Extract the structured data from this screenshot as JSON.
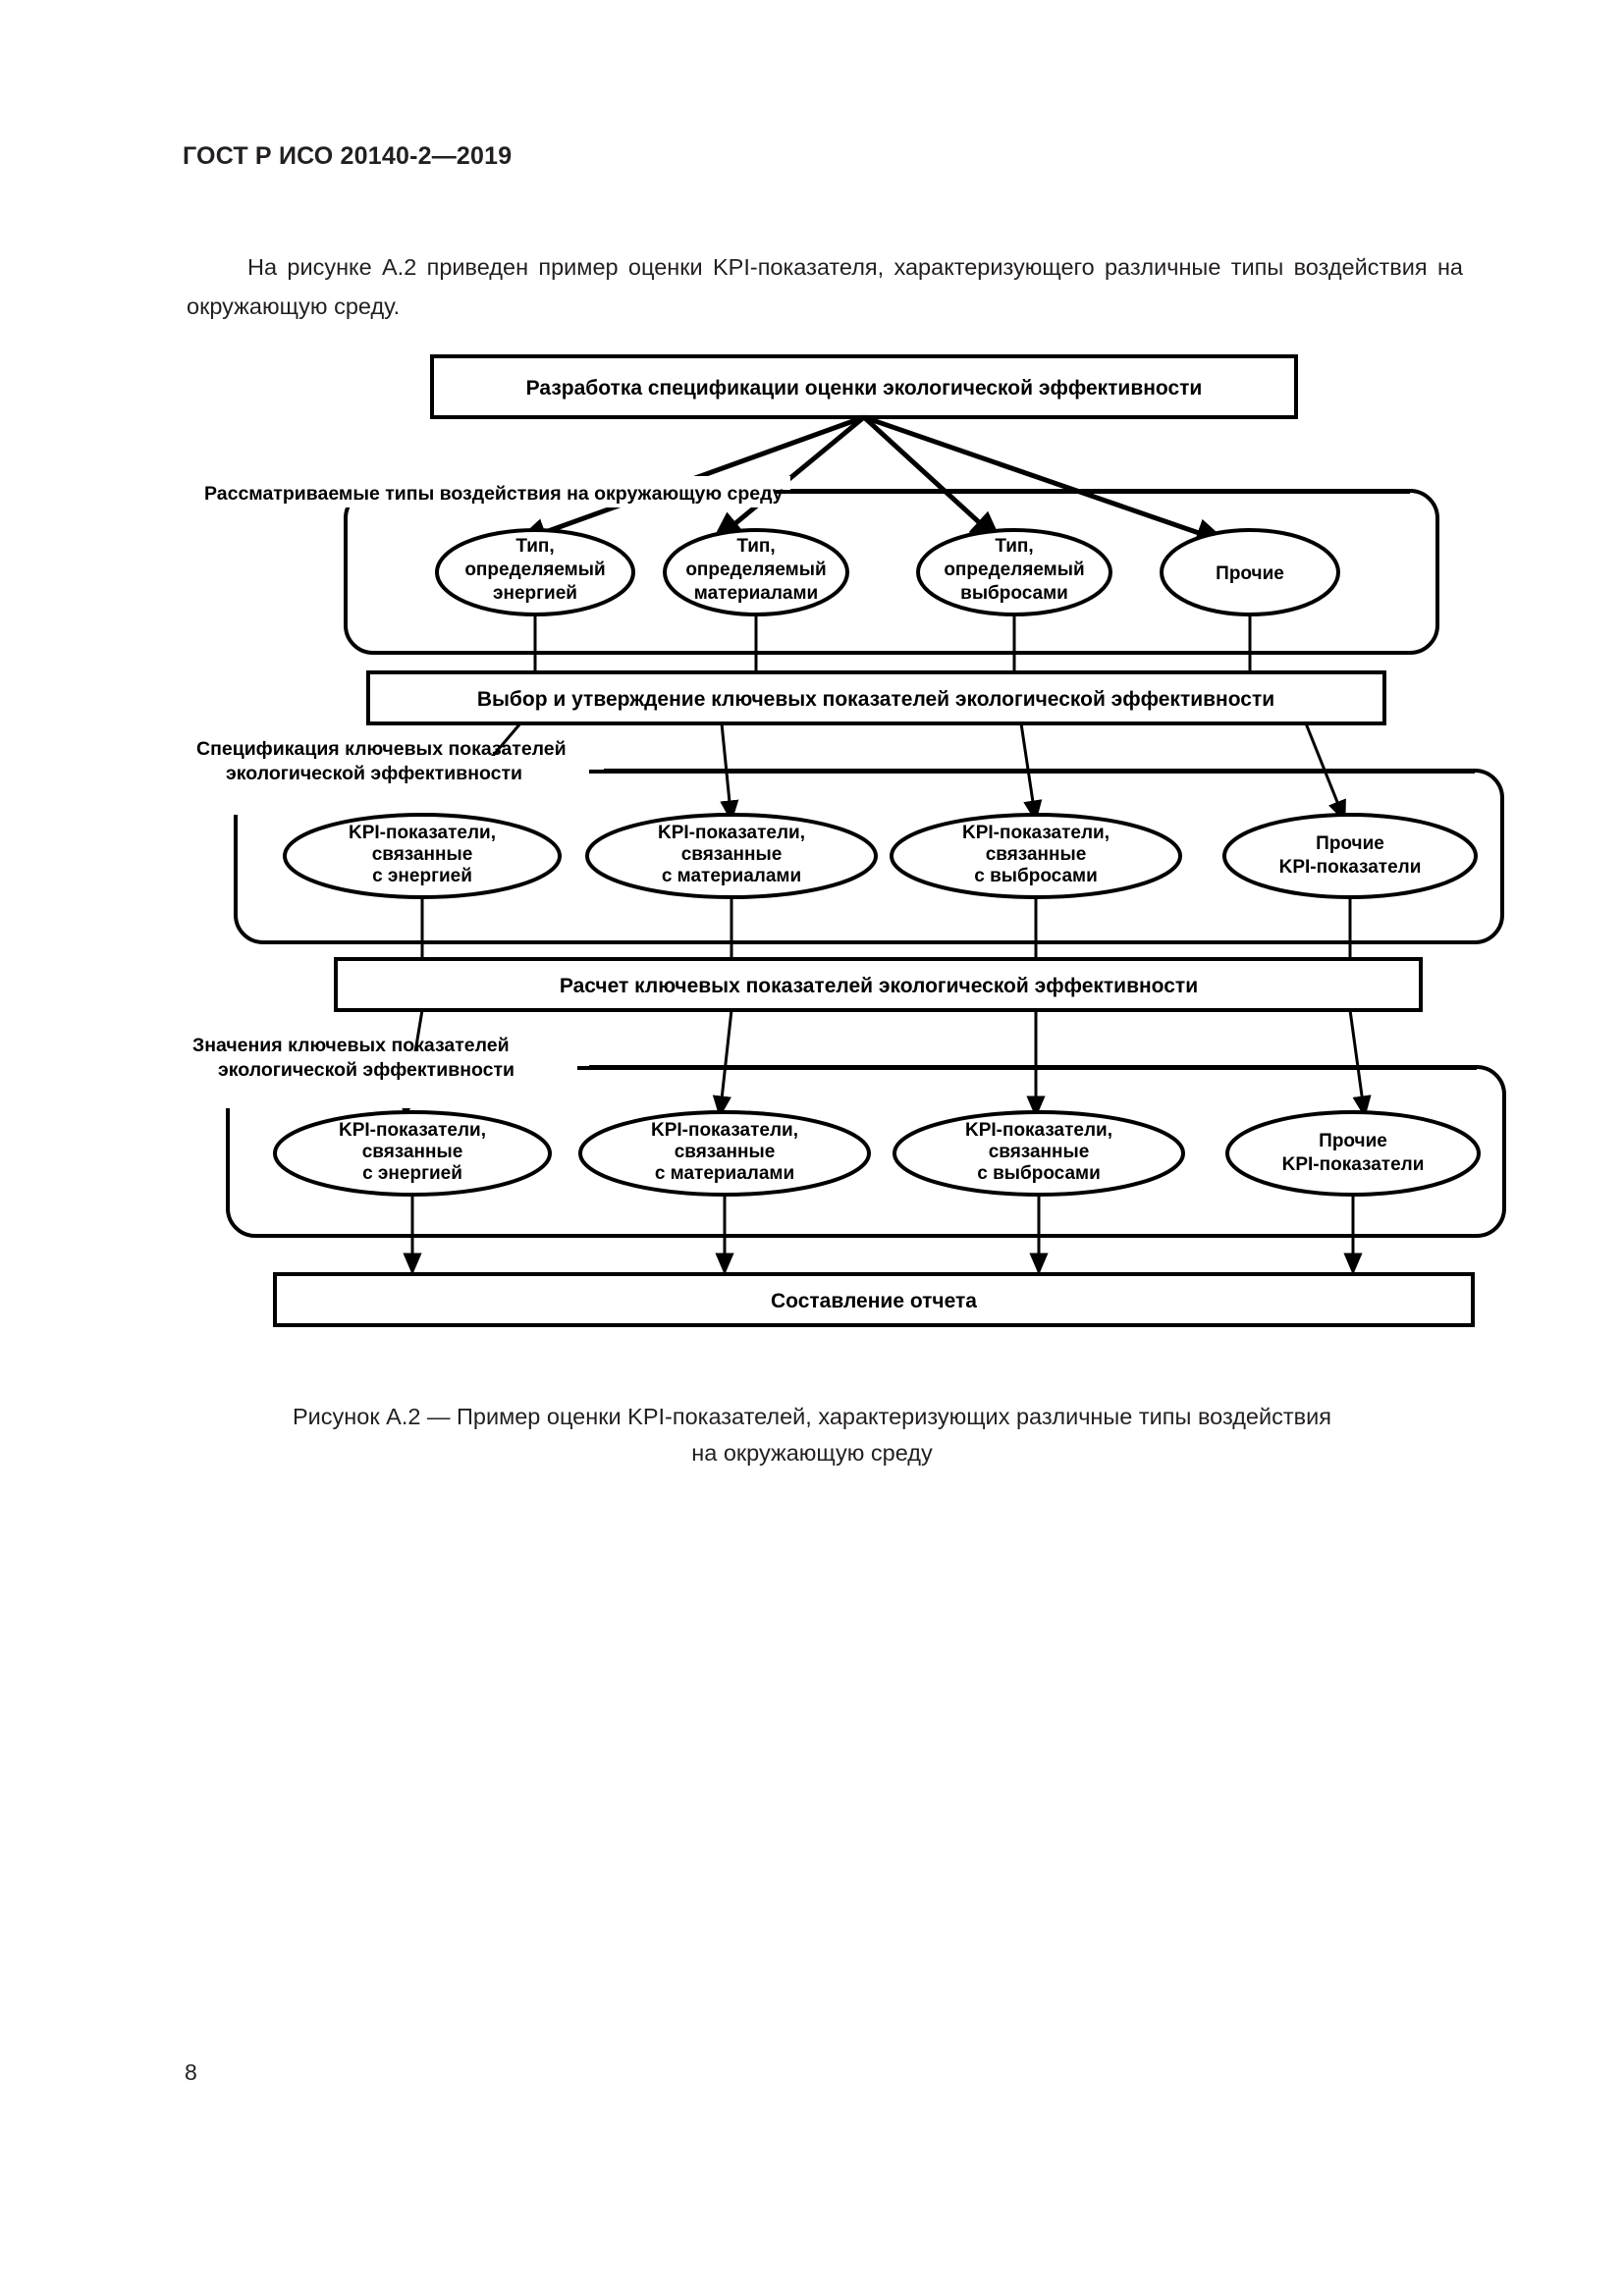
{
  "document": {
    "header": "ГОСТ Р ИСО 20140-2—2019",
    "page_number": "8",
    "intro_paragraph": "На рисунке А.2 приведен пример оценки KPI-показателя, характеризующего различные типы воздействия на окружающую среду.",
    "figure_caption_line1": "Рисунок А.2 — Пример оценки KPI-показателей, характеризующих различные типы воздействия",
    "figure_caption_line2": "на окружающую среду"
  },
  "figure": {
    "processes": {
      "p1": "Разработка спецификации оценки экологической эффективности",
      "p2": "Выбор и утверждение ключевых показателей экологической эффективности",
      "p3": "Расчет ключевых показателей экологической эффективности",
      "p4": "Составление отчета"
    },
    "groups": [
      {
        "id": "group-impact-types",
        "label_line1": "Рассматриваемые типы воздействия на окружающую среду",
        "label_line2": "",
        "nodes": [
          {
            "line1": "Тип,",
            "line2": "определяемый",
            "line3": "энергией"
          },
          {
            "line1": "Тип,",
            "line2": "определяемый",
            "line3": "материалами"
          },
          {
            "line1": "Тип,",
            "line2": "определяемый",
            "line3": "выбросами"
          },
          {
            "line1": "Прочие",
            "line2": "",
            "line3": ""
          }
        ]
      },
      {
        "id": "group-kpi-specification",
        "label_line1": "Спецификация ключевых показателей",
        "label_line2": "экологической эффективности",
        "nodes": [
          {
            "line1": "KPI-показатели,",
            "line2": "связанные",
            "line3": "с энергией"
          },
          {
            "line1": "KPI-показатели,",
            "line2": "связанные",
            "line3": "с материалами"
          },
          {
            "line1": "KPI-показатели,",
            "line2": "связанные",
            "line3": "с выбросами"
          },
          {
            "line1": "Прочие",
            "line2": "KPI-показатели",
            "line3": ""
          }
        ]
      },
      {
        "id": "group-kpi-values",
        "label_line1": "Значения ключевых показателей",
        "label_line2": "экологической эффективности",
        "nodes": [
          {
            "line1": "KPI-показатели,",
            "line2": "связанные",
            "line3": "с энергией"
          },
          {
            "line1": "KPI-показатели,",
            "line2": "связанные",
            "line3": "с материалами"
          },
          {
            "line1": "KPI-показатели,",
            "line2": "связанные",
            "line3": "с выбросами"
          },
          {
            "line1": "Прочие",
            "line2": "KPI-показатели",
            "line3": ""
          }
        ]
      }
    ]
  }
}
